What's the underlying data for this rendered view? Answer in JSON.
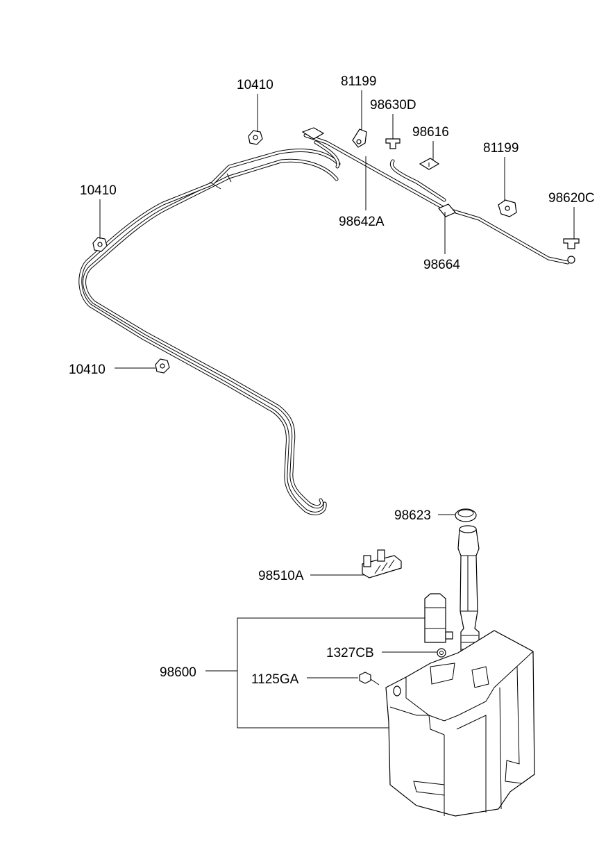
{
  "labels": {
    "clip_a": "10410",
    "clip_b": "10410",
    "clip_c": "10410",
    "clip_d": "81199",
    "clip_e": "81199",
    "nozzle_a": "98630D",
    "bracket": "98616",
    "nozzle_b": "98620C",
    "hose_front": "98642A",
    "connector": "98664",
    "cap": "98623",
    "hose_clip": "98510A",
    "reservoir": "98600",
    "grommet": "1327CB",
    "bolt": "1125GA"
  }
}
